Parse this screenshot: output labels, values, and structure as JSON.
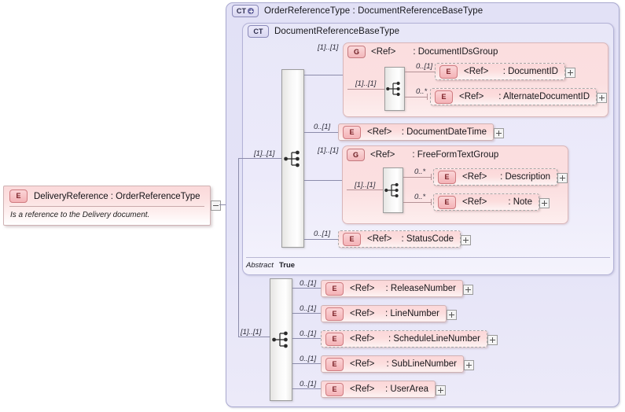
{
  "diagram": {
    "kind": "xsd-schema-diagram",
    "root_element": {
      "icon": "element-badge",
      "badge": "E",
      "name": "DeliveryReference : OrderReferenceType",
      "documentation": "Is a reference to the Delivery document."
    },
    "outer_type": {
      "badge": "CT",
      "title": "OrderReferenceType : DocumentReferenceBaseType"
    },
    "base_type": {
      "badge": "CT",
      "title": "DocumentReferenceBaseType",
      "abstract_label": "Abstract",
      "abstract_value": "True"
    },
    "groups": [
      {
        "badge": "G",
        "ref": "<Ref>",
        "name": ": DocumentIDsGroup",
        "outer_cardinality": "[1]..[1]",
        "inner_cardinality": "[1]..[1]",
        "children": [
          {
            "badge": "E",
            "ref": "<Ref>",
            "name": ": DocumentID",
            "cardinality": "0..[1]",
            "border": "dashed"
          },
          {
            "badge": "E",
            "ref": "<Ref>",
            "name": ": AlternateDocumentID",
            "cardinality": "0..*",
            "border": "dashed"
          }
        ]
      },
      {
        "badge": "G",
        "ref": "<Ref>",
        "name": ": FreeFormTextGroup",
        "outer_cardinality": "[1]..[1]",
        "inner_cardinality": "[1]..[1]",
        "children": [
          {
            "badge": "E",
            "ref": "<Ref>",
            "name": ": Description",
            "cardinality": "0..*",
            "border": "dashed"
          },
          {
            "badge": "E",
            "ref": "<Ref>",
            "name": ": Note",
            "cardinality": "0..*",
            "border": "dashed"
          }
        ]
      }
    ],
    "base_elements": [
      {
        "badge": "E",
        "ref": "<Ref>",
        "name": ": DocumentDateTime",
        "cardinality": "0..[1]",
        "border": "solid"
      },
      {
        "badge": "E",
        "ref": "<Ref>",
        "name": ": StatusCode",
        "cardinality": "0..[1]",
        "border": "dashed"
      }
    ],
    "base_sequence_cardinality": "[1]..[1]",
    "extension_sequence_cardinality": "[1]..[1]",
    "extension_elements": [
      {
        "badge": "E",
        "ref": "<Ref>",
        "name": ": ReleaseNumber",
        "cardinality": "0..[1]",
        "border": "solid"
      },
      {
        "badge": "E",
        "ref": "<Ref>",
        "name": ": LineNumber",
        "cardinality": "0..[1]",
        "border": "solid"
      },
      {
        "badge": "E",
        "ref": "<Ref>",
        "name": ": ScheduleLineNumber",
        "cardinality": "0..[1]",
        "border": "dashed"
      },
      {
        "badge": "E",
        "ref": "<Ref>",
        "name": ": SubLineNumber",
        "cardinality": "0..[1]",
        "border": "solid"
      },
      {
        "badge": "E",
        "ref": "<Ref>",
        "name": ": UserArea",
        "cardinality": "0..[1]",
        "border": "solid"
      }
    ],
    "colors": {
      "container_fill": "#e4e3f7",
      "container_border": "#a9a9cf",
      "group_fill": "#fbdedf",
      "group_border": "#d9b6b9",
      "element_fill": "#fbd7d9",
      "element_badge_border": "#cf7b80",
      "connector": "#8c8cab"
    }
  }
}
